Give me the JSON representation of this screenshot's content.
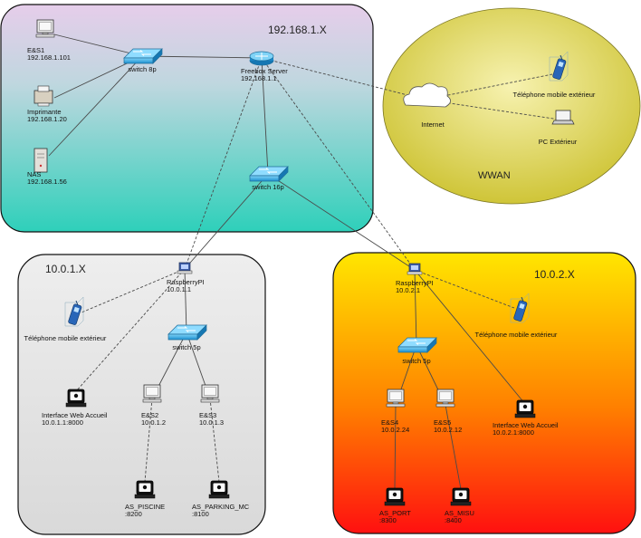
{
  "zones": [
    {
      "id": "lan",
      "title": "192.168.1.X"
    },
    {
      "id": "wwan",
      "title": "WWAN"
    },
    {
      "id": "net10",
      "title": "10.0.1.X"
    },
    {
      "id": "net20",
      "title": "10.0.2.X"
    }
  ],
  "nodes": [
    {
      "id": "es1",
      "type": "pc",
      "lines": [
        "E&S1",
        "192.168.1.101"
      ]
    },
    {
      "id": "printer",
      "type": "printer",
      "lines": [
        "Imprimante",
        "192.168.1.20"
      ]
    },
    {
      "id": "nas",
      "type": "server",
      "lines": [
        "NAS",
        "192.168.1.56"
      ]
    },
    {
      "id": "sw8",
      "type": "switch",
      "lines": [
        "switch 8p"
      ]
    },
    {
      "id": "freebox",
      "type": "router",
      "lines": [
        "Freebox Server",
        "192.168.1.1"
      ]
    },
    {
      "id": "sw16",
      "type": "switch",
      "lines": [
        "switch 16p"
      ]
    },
    {
      "id": "internet",
      "type": "cloud",
      "lines": [
        "Internet"
      ]
    },
    {
      "id": "phone_wwan",
      "type": "phone",
      "lines": [
        "Téléphone mobile extérieur"
      ]
    },
    {
      "id": "pc_ext",
      "type": "laptop",
      "lines": [
        "PC Extérieur"
      ]
    },
    {
      "id": "rpi1",
      "type": "rpi",
      "lines": [
        "RaspberryPI",
        "10.0.1.1"
      ]
    },
    {
      "id": "phone1",
      "type": "phone",
      "lines": [
        "Téléphone mobile extérieur"
      ]
    },
    {
      "id": "sw5a",
      "type": "switch",
      "lines": [
        "switch 5p"
      ]
    },
    {
      "id": "web1",
      "type": "terminal",
      "lines": [
        "Interface Web Accueil",
        "10.0.1.1:8000"
      ]
    },
    {
      "id": "es2",
      "type": "pc",
      "lines": [
        "E&S2",
        "10.0.1.2"
      ]
    },
    {
      "id": "es3",
      "type": "pc",
      "lines": [
        "E&S3",
        "10.0.1.3"
      ]
    },
    {
      "id": "piscine",
      "type": "terminal",
      "lines": [
        "AS_PISCINE",
        ":8200"
      ]
    },
    {
      "id": "parking",
      "type": "terminal",
      "lines": [
        "AS_PARKING_MC",
        ":8100"
      ]
    },
    {
      "id": "rpi2",
      "type": "rpi",
      "lines": [
        "RaspberryPI",
        "10.0.2.1"
      ]
    },
    {
      "id": "phone2",
      "type": "phone",
      "lines": [
        "Téléphone mobile extérieur"
      ]
    },
    {
      "id": "sw5b",
      "type": "switch",
      "lines": [
        "switch 5p"
      ]
    },
    {
      "id": "es4",
      "type": "pc",
      "lines": [
        "E&S4",
        "10.0.2.24"
      ]
    },
    {
      "id": "es5",
      "type": "pc",
      "lines": [
        "E&S5",
        "10.0.2.12"
      ]
    },
    {
      "id": "web2",
      "type": "terminal",
      "lines": [
        "Interface Web Accueil",
        "10.0.2.1:8000"
      ]
    },
    {
      "id": "port",
      "type": "terminal",
      "lines": [
        "AS_PORT",
        ":8300"
      ]
    },
    {
      "id": "misu",
      "type": "terminal",
      "lines": [
        "AS_MISU",
        ":8400"
      ]
    }
  ],
  "links": [
    {
      "from": "es1",
      "to": "sw8",
      "style": "solid"
    },
    {
      "from": "printer",
      "to": "sw8",
      "style": "solid"
    },
    {
      "from": "nas",
      "to": "sw8",
      "style": "solid"
    },
    {
      "from": "sw8",
      "to": "freebox",
      "style": "solid"
    },
    {
      "from": "freebox",
      "to": "sw16",
      "style": "solid"
    },
    {
      "from": "freebox",
      "to": "internet",
      "style": "dashed"
    },
    {
      "from": "internet",
      "to": "phone_wwan",
      "style": "dashed"
    },
    {
      "from": "internet",
      "to": "pc_ext",
      "style": "dashed"
    },
    {
      "from": "freebox",
      "to": "rpi1",
      "style": "dashed"
    },
    {
      "from": "freebox",
      "to": "rpi2",
      "style": "dashed"
    },
    {
      "from": "sw16",
      "to": "rpi1",
      "style": "solid"
    },
    {
      "from": "sw16",
      "to": "rpi2",
      "style": "solid"
    },
    {
      "from": "rpi1",
      "to": "phone1",
      "style": "dashed"
    },
    {
      "from": "rpi1",
      "to": "web1",
      "style": "dashed"
    },
    {
      "from": "rpi1",
      "to": "sw5a",
      "style": "solid"
    },
    {
      "from": "sw5a",
      "to": "es2",
      "style": "solid"
    },
    {
      "from": "sw5a",
      "to": "es3",
      "style": "solid"
    },
    {
      "from": "es2",
      "to": "piscine",
      "style": "dashed"
    },
    {
      "from": "es3",
      "to": "parking",
      "style": "dashed"
    },
    {
      "from": "rpi2",
      "to": "phone2",
      "style": "dashed"
    },
    {
      "from": "rpi2",
      "to": "web2",
      "style": "solid"
    },
    {
      "from": "rpi2",
      "to": "sw5b",
      "style": "solid"
    },
    {
      "from": "sw5b",
      "to": "es4",
      "style": "solid"
    },
    {
      "from": "sw5b",
      "to": "es5",
      "style": "solid"
    },
    {
      "from": "es4",
      "to": "port",
      "style": "solid"
    },
    {
      "from": "es5",
      "to": "misu",
      "style": "solid"
    }
  ]
}
